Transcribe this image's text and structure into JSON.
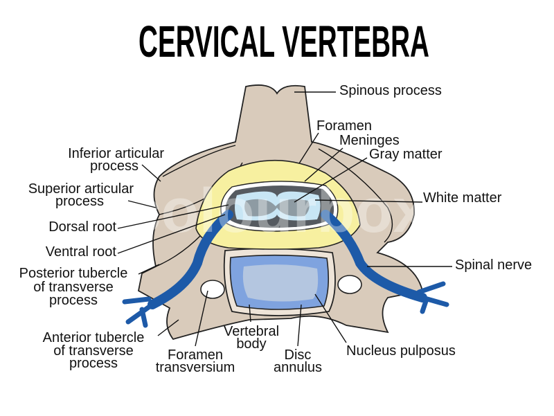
{
  "title": "CERVICAL VERTEBRA",
  "watermark": "colourbox",
  "labels": {
    "spinous_process": "Spinous process",
    "foramen": "Foramen",
    "meninges": "Meninges",
    "gray_matter": "Gray matter",
    "white_matter": "White matter",
    "spinal_nerve": "Spinal nerve",
    "inferior_articular": [
      "Inferior articular",
      "process"
    ],
    "superior_articular": [
      "Superior articular",
      "process"
    ],
    "dorsal_root": "Dorsal root",
    "ventral_root": "Ventral root",
    "posterior_tubercle": [
      "Posterior tubercle",
      "of transverse",
      "process"
    ],
    "anterior_tubercle": [
      "Anterior tubercle",
      "of transverse",
      "process"
    ],
    "foramen_transversium": [
      "Foramen",
      "transversium"
    ],
    "vertebral_body": [
      "Vertebral",
      "body"
    ],
    "disc_annulus": [
      "Disc",
      "annulus"
    ],
    "nucleus_pulposus": "Nucleus pulposus"
  },
  "colors": {
    "bone": "#d9cbbb",
    "meninges": "#f7f0a0",
    "csf": "#555a60",
    "white_matter": "#c8e6f5",
    "gray_matter": "#8e9ba3",
    "nerve": "#1d5aa8",
    "disc": "#7fa3df",
    "nucleus": "#b4c6e0"
  }
}
